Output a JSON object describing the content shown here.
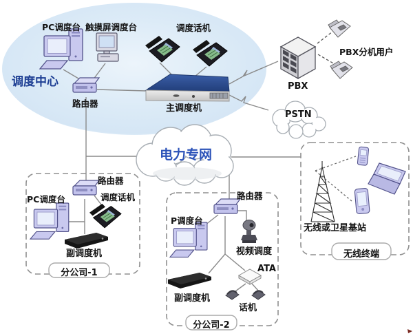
{
  "dispatch_center": {
    "region_label": "调度中心",
    "pc_console": "PC调度台",
    "touch_console": "触摸屏调度台",
    "dispatch_phones": "调度话机",
    "router": "路由器",
    "main_unit": "主调度机"
  },
  "pbx": {
    "label": "PBX",
    "extension_users": "PBX分机用户"
  },
  "pstn": {
    "label": "PSTN"
  },
  "power_network": {
    "label": "电力专网"
  },
  "branch1": {
    "name": "分公司-1",
    "router": "路由器",
    "dispatch_phone": "调度话机",
    "pc_console": "PC调度台",
    "sub_dispatcher": "副调度机"
  },
  "branch2": {
    "name": "分公司-2",
    "router": "路由器",
    "console": "P调度台",
    "video_dispatch": "视频调度",
    "ata": "ATA",
    "sub_dispatcher": "副调度机",
    "phone": "话机"
  },
  "wireless": {
    "base_station": "无线或卫星基站",
    "terminal": "无线终端"
  },
  "icons": {
    "desktop-pc-icon": "desktop computer with tower and keyboard",
    "touchscreen-icon": "small desktop monitor console",
    "office-phone-icon": "black dispatch telephone",
    "router-icon": "small lavender router box",
    "main-dispatch-unit-icon": "flat navy rack unit",
    "pbx-cube-icon": "3D switch cube",
    "desk-phone-icon": "small gray desk phone",
    "cloud-icon": "network cloud",
    "black-box-icon": "black sub-dispatcher chassis",
    "ata-icon": "white ATA adapter box",
    "small-phone-icon": "small analog phone",
    "ptz-camera-icon": "video camera on pedestal",
    "antenna-tower-icon": "lattice radio mast",
    "cellphone-icon": "mobile phone",
    "pda-icon": "handheld terminal",
    "laptop-icon": "laptop computer"
  },
  "colors": {
    "region_text": "#1e3f94",
    "network_text": "#2b52b8",
    "device_purple": "#c9c9ef",
    "main_unit_navy": "#2c4f97",
    "line_gray": "#8a8a8a",
    "bubble_blue": "#d9e8f6"
  }
}
